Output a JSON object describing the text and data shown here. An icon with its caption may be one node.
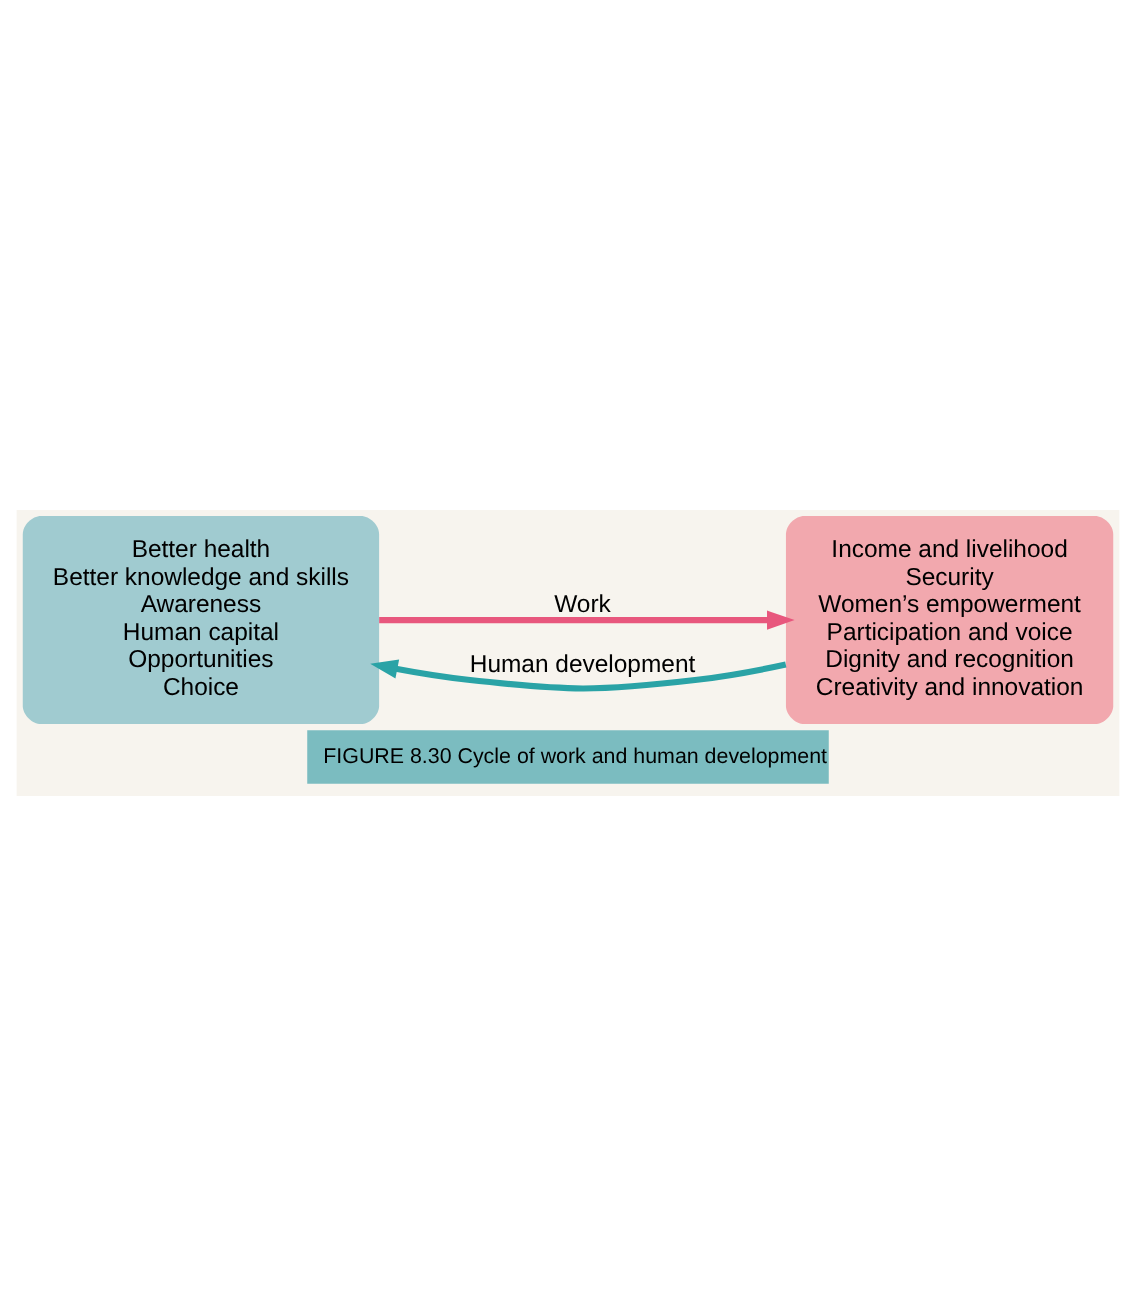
{
  "diagram": {
    "caption": "FIGURE 8.30 Cycle of work and human development",
    "nodes": [
      {
        "text": [
          "Better health",
          "Better knowledge and skills",
          "Awareness",
          "Human capital",
          "Opportunities",
          "Choice"
        ]
      },
      {
        "text": [
          "Income and livelihood",
          "Security",
          "Women’s empowerment",
          "Participation and voice",
          "Dignity and recognition",
          "Creativity and innovation"
        ]
      }
    ],
    "edges": [
      {
        "from": 0,
        "to": 1,
        "arrow": "to",
        "label": "Work",
        "color": "#e8577d"
      },
      {
        "from": 1,
        "to": 0,
        "arrow": "to",
        "label": "Human development",
        "color": "#2aa3a6"
      }
    ]
  }
}
